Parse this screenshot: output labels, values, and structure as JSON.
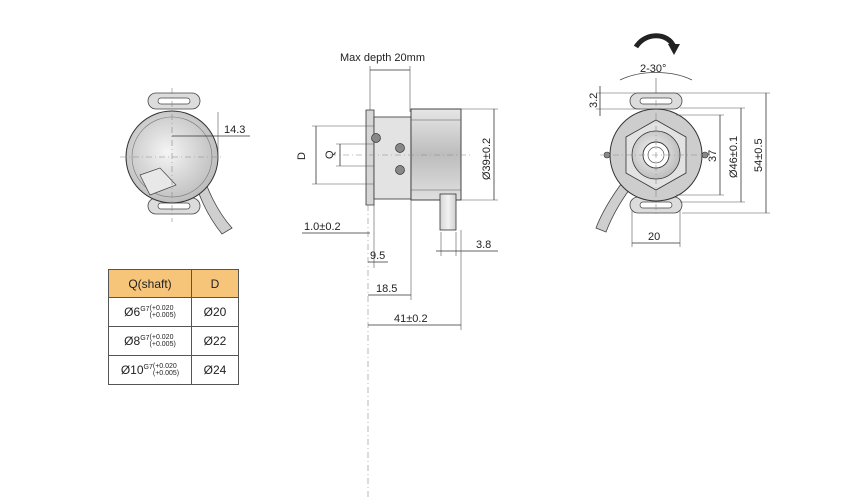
{
  "dimensions": {
    "max_depth": "Max depth 20mm",
    "side_width": "14.3",
    "d_label": "D",
    "q_label": "Q",
    "dia39": "Ø39±0.2",
    "flange_offset": "1.0±0.2",
    "d9_5": "9.5",
    "d3_8": "3.8",
    "d18_5": "18.5",
    "d41": "41±0.2",
    "angle": "2-30°",
    "d3_2": "3.2",
    "d37": "37",
    "dia46": "Ø46±0.1",
    "d54": "54±0.5",
    "d20": "20"
  },
  "table": {
    "headers": [
      "Q(shaft)",
      "D"
    ],
    "rows": [
      {
        "q_main": "Ø6",
        "fit": "G7",
        "tol_upper": "(+0.020",
        "tol_lower": "(+0.005)",
        "d": "Ø20"
      },
      {
        "q_main": "Ø8",
        "fit": "G7",
        "tol_upper": "(+0.020",
        "tol_lower": "(+0.005)",
        "d": "Ø22"
      },
      {
        "q_main": "Ø10",
        "fit": "G7",
        "tol_upper": "(+0.020",
        "tol_lower": "(+0.005)",
        "d": "Ø24"
      }
    ]
  }
}
